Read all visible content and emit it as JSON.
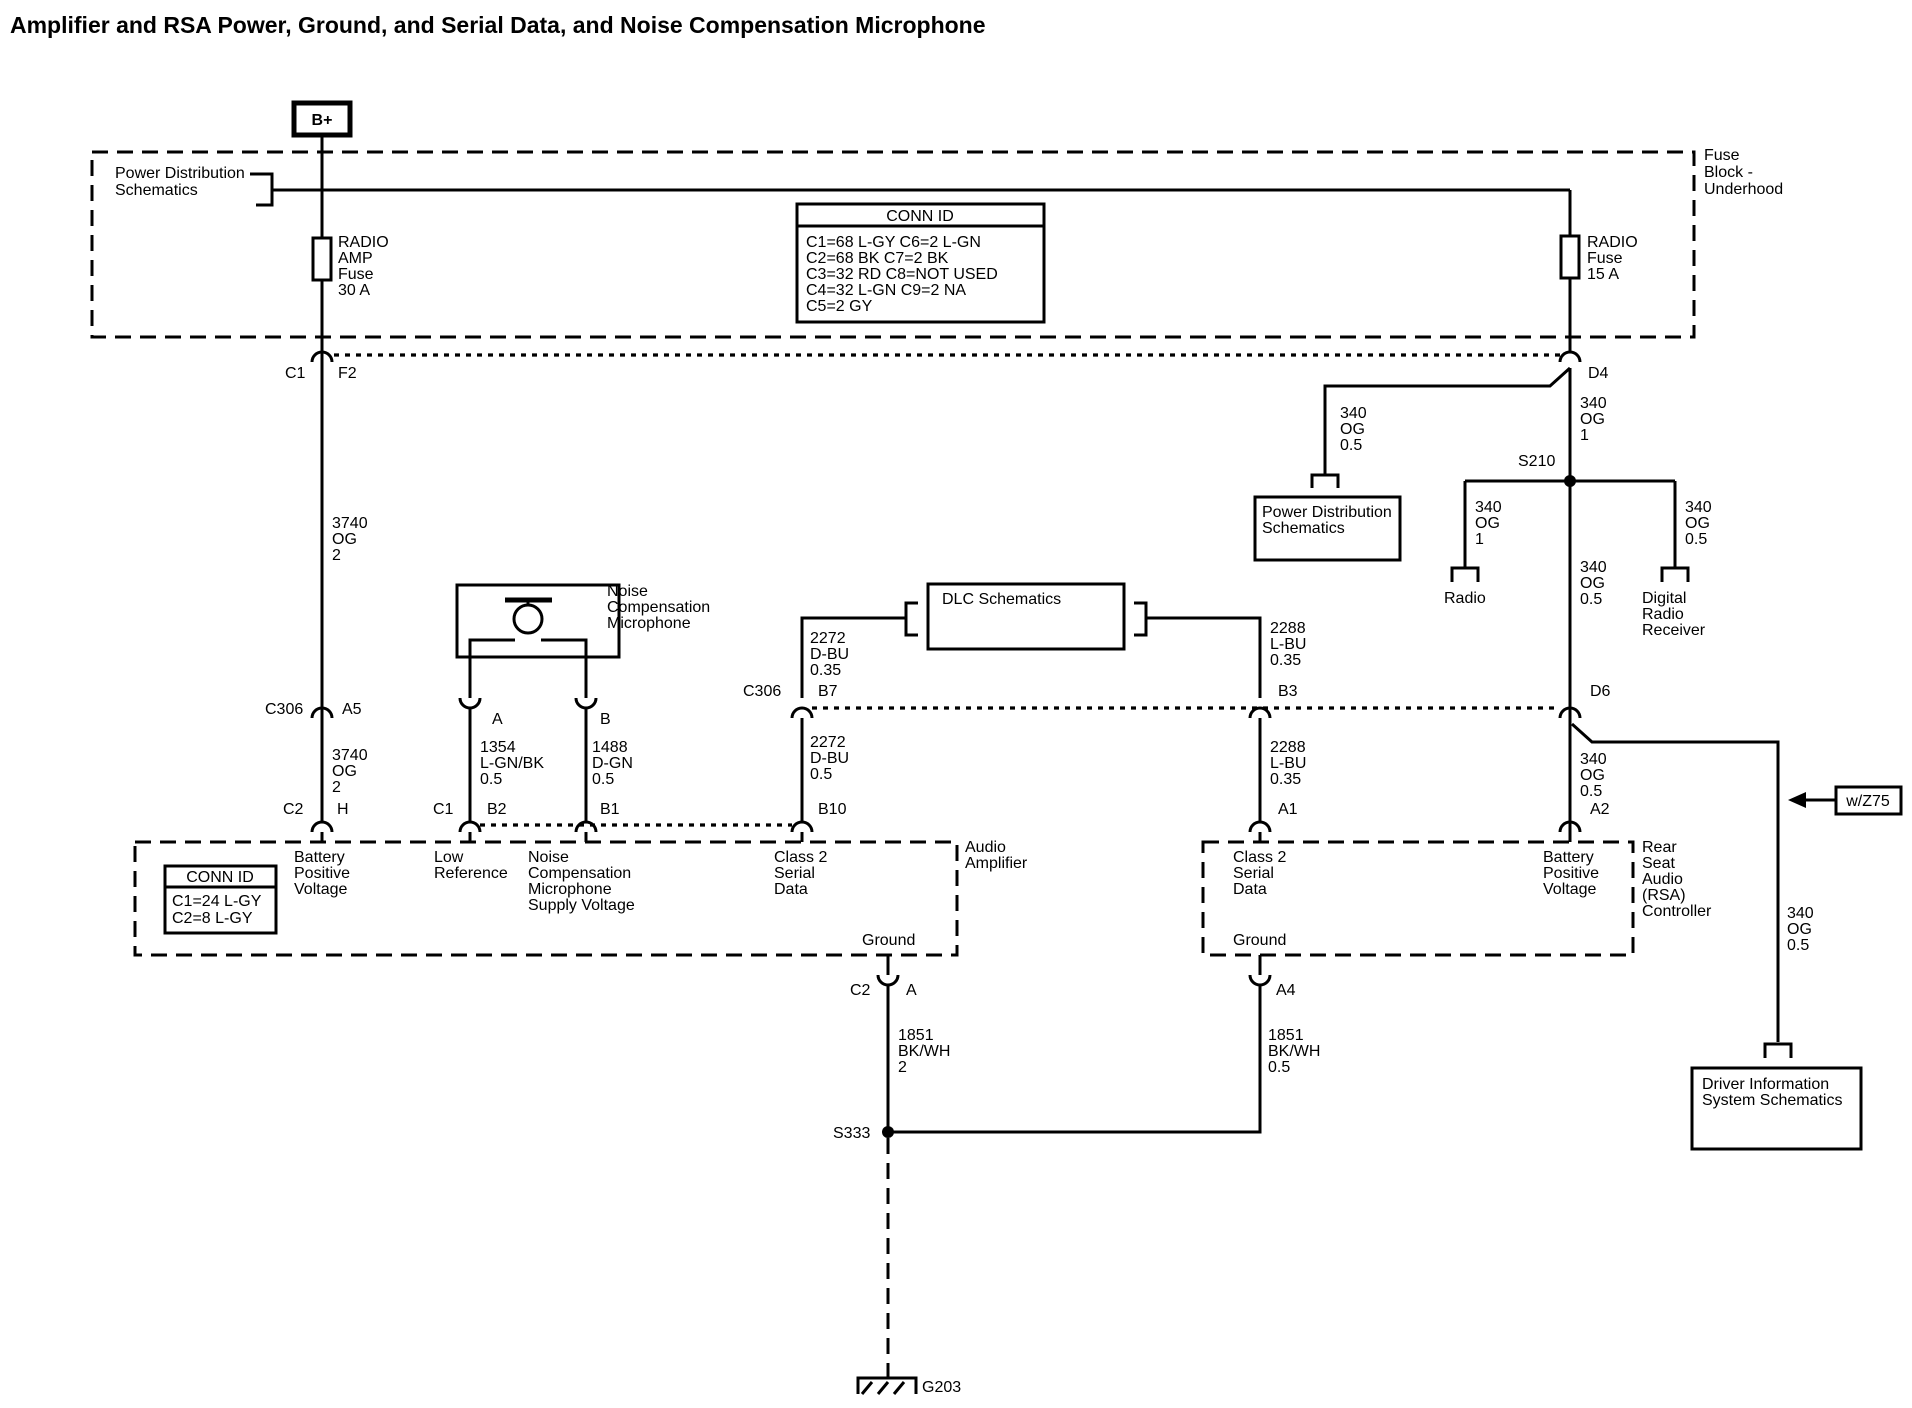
{
  "title": "Amplifier and RSA Power, Ground, and Serial Data, and Noise Compensation Microphone",
  "battery": "B+",
  "fuse_block": {
    "label_lines": [
      "Fuse",
      "Block -",
      "Underhood"
    ],
    "power_dist_lines": [
      "Power Distribution",
      "Schematics"
    ],
    "radio_amp_fuse": [
      "RADIO",
      "AMP",
      "Fuse",
      "30 A"
    ],
    "radio_fuse": [
      "RADIO",
      "Fuse",
      "15 A"
    ],
    "conn_id": {
      "header": "CONN ID",
      "lines": [
        "C1=68 L-GY   C6=2 L-GN",
        "C2=68 BK      C7=2 BK",
        "C3=32 RD      C8=NOT USED",
        "C4=32 L-GN   C9=2 NA",
        "C5=2 GY"
      ]
    }
  },
  "connectors": {
    "c1": "C1",
    "f2": "F2",
    "d4": "D4",
    "c306_a": "C306",
    "a5": "A5",
    "c306_b": "C306",
    "b7": "B7",
    "b3": "B3",
    "d6": "D6",
    "c2_amp": "C2",
    "h": "H",
    "c1_amp": "C1",
    "b2": "B2",
    "b1": "B1",
    "b10": "B10",
    "a1": "A1",
    "a2": "A2",
    "mic_a": "A",
    "mic_b": "B",
    "c2_gnd": "C2",
    "gnd_a": "A",
    "a4": "A4",
    "s210": "S210",
    "s333": "S333",
    "g203": "G203"
  },
  "wires": {
    "w3740_top": [
      "3740",
      "OG",
      "2"
    ],
    "w3740_bot": [
      "3740",
      "OG",
      "2"
    ],
    "w340_pd": [
      "340",
      "OG",
      "0.5"
    ],
    "w340_d4": [
      "340",
      "OG",
      "1"
    ],
    "w340_radio": [
      "340",
      "OG",
      "1"
    ],
    "w340_s210": [
      "340",
      "OG",
      "0.5"
    ],
    "w340_drr": [
      "340",
      "OG",
      "0.5"
    ],
    "w1354": [
      "1354",
      "L-GN/BK",
      "0.5"
    ],
    "w1488": [
      "1488",
      "D-GN",
      "0.5"
    ],
    "w2272_top": [
      "2272",
      "D-BU",
      "0.35"
    ],
    "w2272_bot": [
      "2272",
      "D-BU",
      "0.5"
    ],
    "w2288_top": [
      "2288",
      "L-BU",
      "0.35"
    ],
    "w2288_bot": [
      "2288",
      "L-BU",
      "0.35"
    ],
    "w340_d6": [
      "340",
      "OG",
      "0.5"
    ],
    "w340_z75": [
      "340",
      "OG",
      "0.5"
    ],
    "w1851_amp": [
      "1851",
      "BK/WH",
      "2"
    ],
    "w1851_rsa": [
      "1851",
      "BK/WH",
      "0.5"
    ]
  },
  "components": {
    "power_dist_box": [
      "Power Distribution",
      "Schematics"
    ],
    "radio": "Radio",
    "digital_radio": [
      "Digital",
      "Radio",
      "Receiver"
    ],
    "dlc": "DLC Schematics",
    "mic_label": [
      "Noise",
      "Compensation",
      "Microphone"
    ],
    "option": "w/Z75",
    "driver_info": [
      "Driver Information",
      "System Schematics"
    ]
  },
  "amplifier": {
    "name": [
      "Audio",
      "Amplifier"
    ],
    "conn_id_header": "CONN ID",
    "conn_id_lines": [
      "C1=24 L-GY",
      "C2=8 L-GY"
    ],
    "pin_bat": [
      "Battery",
      "Positive",
      "Voltage"
    ],
    "pin_low": [
      "Low",
      "Reference"
    ],
    "pin_mic": [
      "Noise",
      "Compensation",
      "Microphone",
      "Supply Voltage"
    ],
    "pin_class2": [
      "Class 2",
      "Serial",
      "Data"
    ],
    "ground": "Ground"
  },
  "rsa": {
    "name": [
      "Rear",
      "Seat",
      "Audio",
      "(RSA)",
      "Controller"
    ],
    "pin_class2": [
      "Class 2",
      "Serial",
      "Data"
    ],
    "pin_bat": [
      "Battery",
      "Positive",
      "Voltage"
    ],
    "ground": "Ground"
  }
}
